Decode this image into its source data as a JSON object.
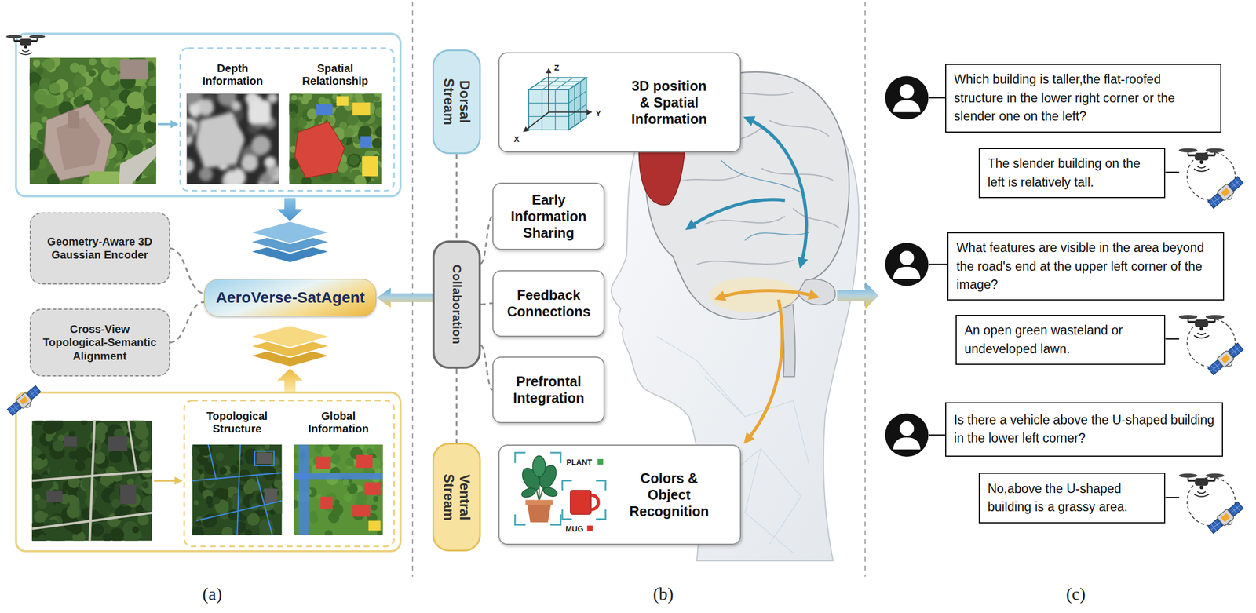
{
  "diagram": {
    "nodes": [
      {
        "text": [
          "Depth Information"
        ]
      },
      {
        "text": [
          "Spatial Relationship"
        ]
      },
      {
        "text": [
          "Geometry-Aware 3D Gaussian Encoder"
        ]
      },
      {
        "text": [
          "Cross-View Topological-Semantic Alignment"
        ]
      },
      {
        "text": [
          "AeroVerse-SatAgent"
        ]
      },
      {
        "text": [
          "Topological Structure"
        ]
      },
      {
        "text": [
          "Global Information"
        ]
      },
      {
        "text": [
          "Dorsal Stream"
        ]
      },
      {
        "text": [
          "3D position & Spatial Information"
        ]
      },
      {
        "text": [
          "Early Information Sharing"
        ]
      },
      {
        "text": [
          "Collaboration"
        ]
      },
      {
        "text": [
          "Feedback Connections"
        ]
      },
      {
        "text": [
          "Prefrontal Integration"
        ]
      },
      {
        "text": [
          "Ventral Stream"
        ]
      },
      {
        "text": [
          "Colors & Object Recognition"
        ]
      },
      {
        "text": [
          "Which building is taller,the flat-roofed structure in the lower right corner or the slender one on the left?"
        ]
      },
      {
        "text": [
          "The slender building on the left is relatively tall."
        ]
      },
      {
        "text": [
          "What features are visible in the area beyond the road's end at the upper left corner of the image?"
        ]
      },
      {
        "text": [
          "An open green wasteland or undeveloped lawn."
        ]
      },
      {
        "text": [
          "Is there a vehicle above the U-shaped building in the lower left corner?"
        ]
      },
      {
        "text": [
          "No,above the U-shaped building is a grassy area."
        ]
      }
    ],
    "edges": [
      {
        "from": 2,
        "to": 4,
        "arrow": "none"
      },
      {
        "from": 3,
        "to": 4,
        "arrow": "none"
      },
      {
        "from": 10,
        "to": 4,
        "arrow": "to"
      },
      {
        "from": 7,
        "to": 10,
        "arrow": "none"
      },
      {
        "from": 10,
        "to": 13,
        "arrow": "none"
      },
      {
        "from": 10,
        "to": 9,
        "arrow": "none"
      },
      {
        "from": 10,
        "to": 11,
        "arrow": "none"
      },
      {
        "from": 10,
        "to": 12,
        "arrow": "none"
      }
    ],
    "labels": [
      "Z",
      "X",
      "Y",
      "PLANT",
      "MUG",
      "(a)",
      "(b)",
      "(c)"
    ]
  }
}
